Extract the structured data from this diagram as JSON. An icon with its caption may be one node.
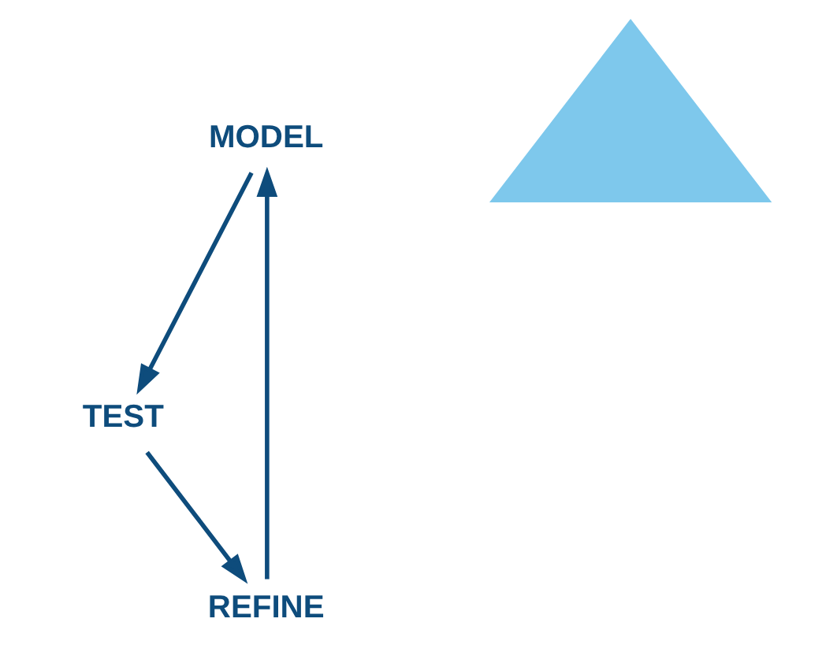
{
  "diagram": {
    "nodes": [
      {
        "text": [
          "MODEL"
        ]
      },
      {
        "text": [
          "TEST"
        ]
      },
      {
        "text": [
          "REFINE"
        ]
      },
      {
        "text": [],
        "shape": "triangle"
      }
    ],
    "edges": [
      {
        "from": 2,
        "to": 0,
        "arrow": "to"
      },
      {
        "from": 0,
        "to": 1,
        "arrow": "to"
      },
      {
        "from": 1,
        "to": 2,
        "arrow": "to"
      }
    ]
  }
}
